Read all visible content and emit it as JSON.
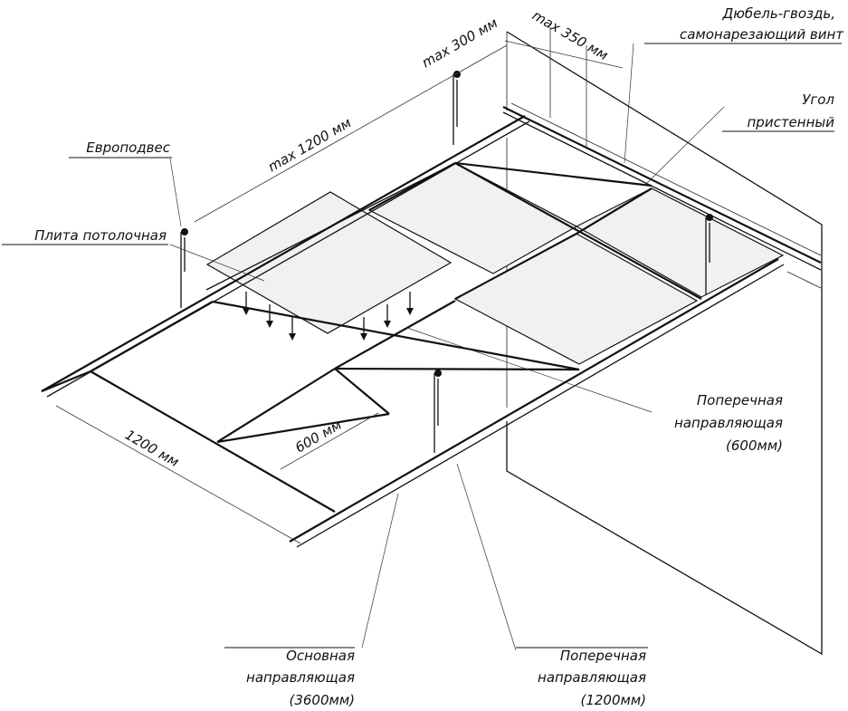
{
  "labels": {
    "dowel": "Дюбель-гвоздь,",
    "dowel2": "самонарезающий винт",
    "corner": "Угол",
    "corner2": "пристенный",
    "europodves": "Европодвес",
    "plate": "Плита потолочная",
    "cross600_1": "Поперечная",
    "cross600_2": "направляющая",
    "cross600_3": "(600мм)",
    "main_1": "Основная",
    "main_2": "направляющая",
    "main_3": "(3600мм)",
    "cross1200_1": "Поперечная",
    "cross1200_2": "направляющая",
    "cross1200_3": "(1200мм)"
  },
  "dimensions": {
    "max300": "max 300 мм",
    "max350": "max 350 мм",
    "max1200": "max 1200 мм",
    "d1200": "1200 мм",
    "d600": "600 мм"
  },
  "colors": {
    "line": "#111111",
    "tile_fill": "#f1f1f1",
    "background": "#ffffff"
  }
}
